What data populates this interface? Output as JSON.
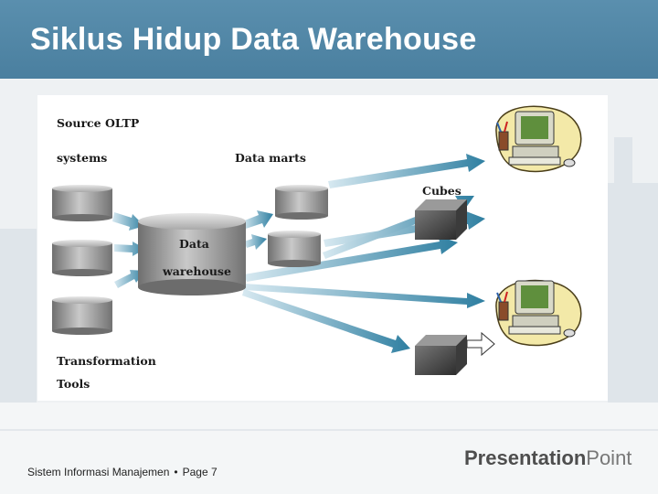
{
  "slide": {
    "title": "Siklus Hidup Data Warehouse"
  },
  "diagram": {
    "source_label_1": "Source OLTP",
    "source_label_2": "systems",
    "data_marts_label": "Data marts",
    "cubes_label": "Cubes",
    "warehouse_label_1": "Data",
    "warehouse_label_2": "warehouse",
    "transformation_label_1": "Transformation",
    "transformation_label_2": "Tools"
  },
  "footer": {
    "course": "Sistem Informasi Manajemen",
    "separator": "•",
    "page": "Page 7",
    "brand_bold": "Presentation",
    "brand_light": "Point"
  },
  "colors": {
    "title_bar": "#4f86a6",
    "arrow": "#3f88a8",
    "cylinder": "#8a8a8a"
  }
}
